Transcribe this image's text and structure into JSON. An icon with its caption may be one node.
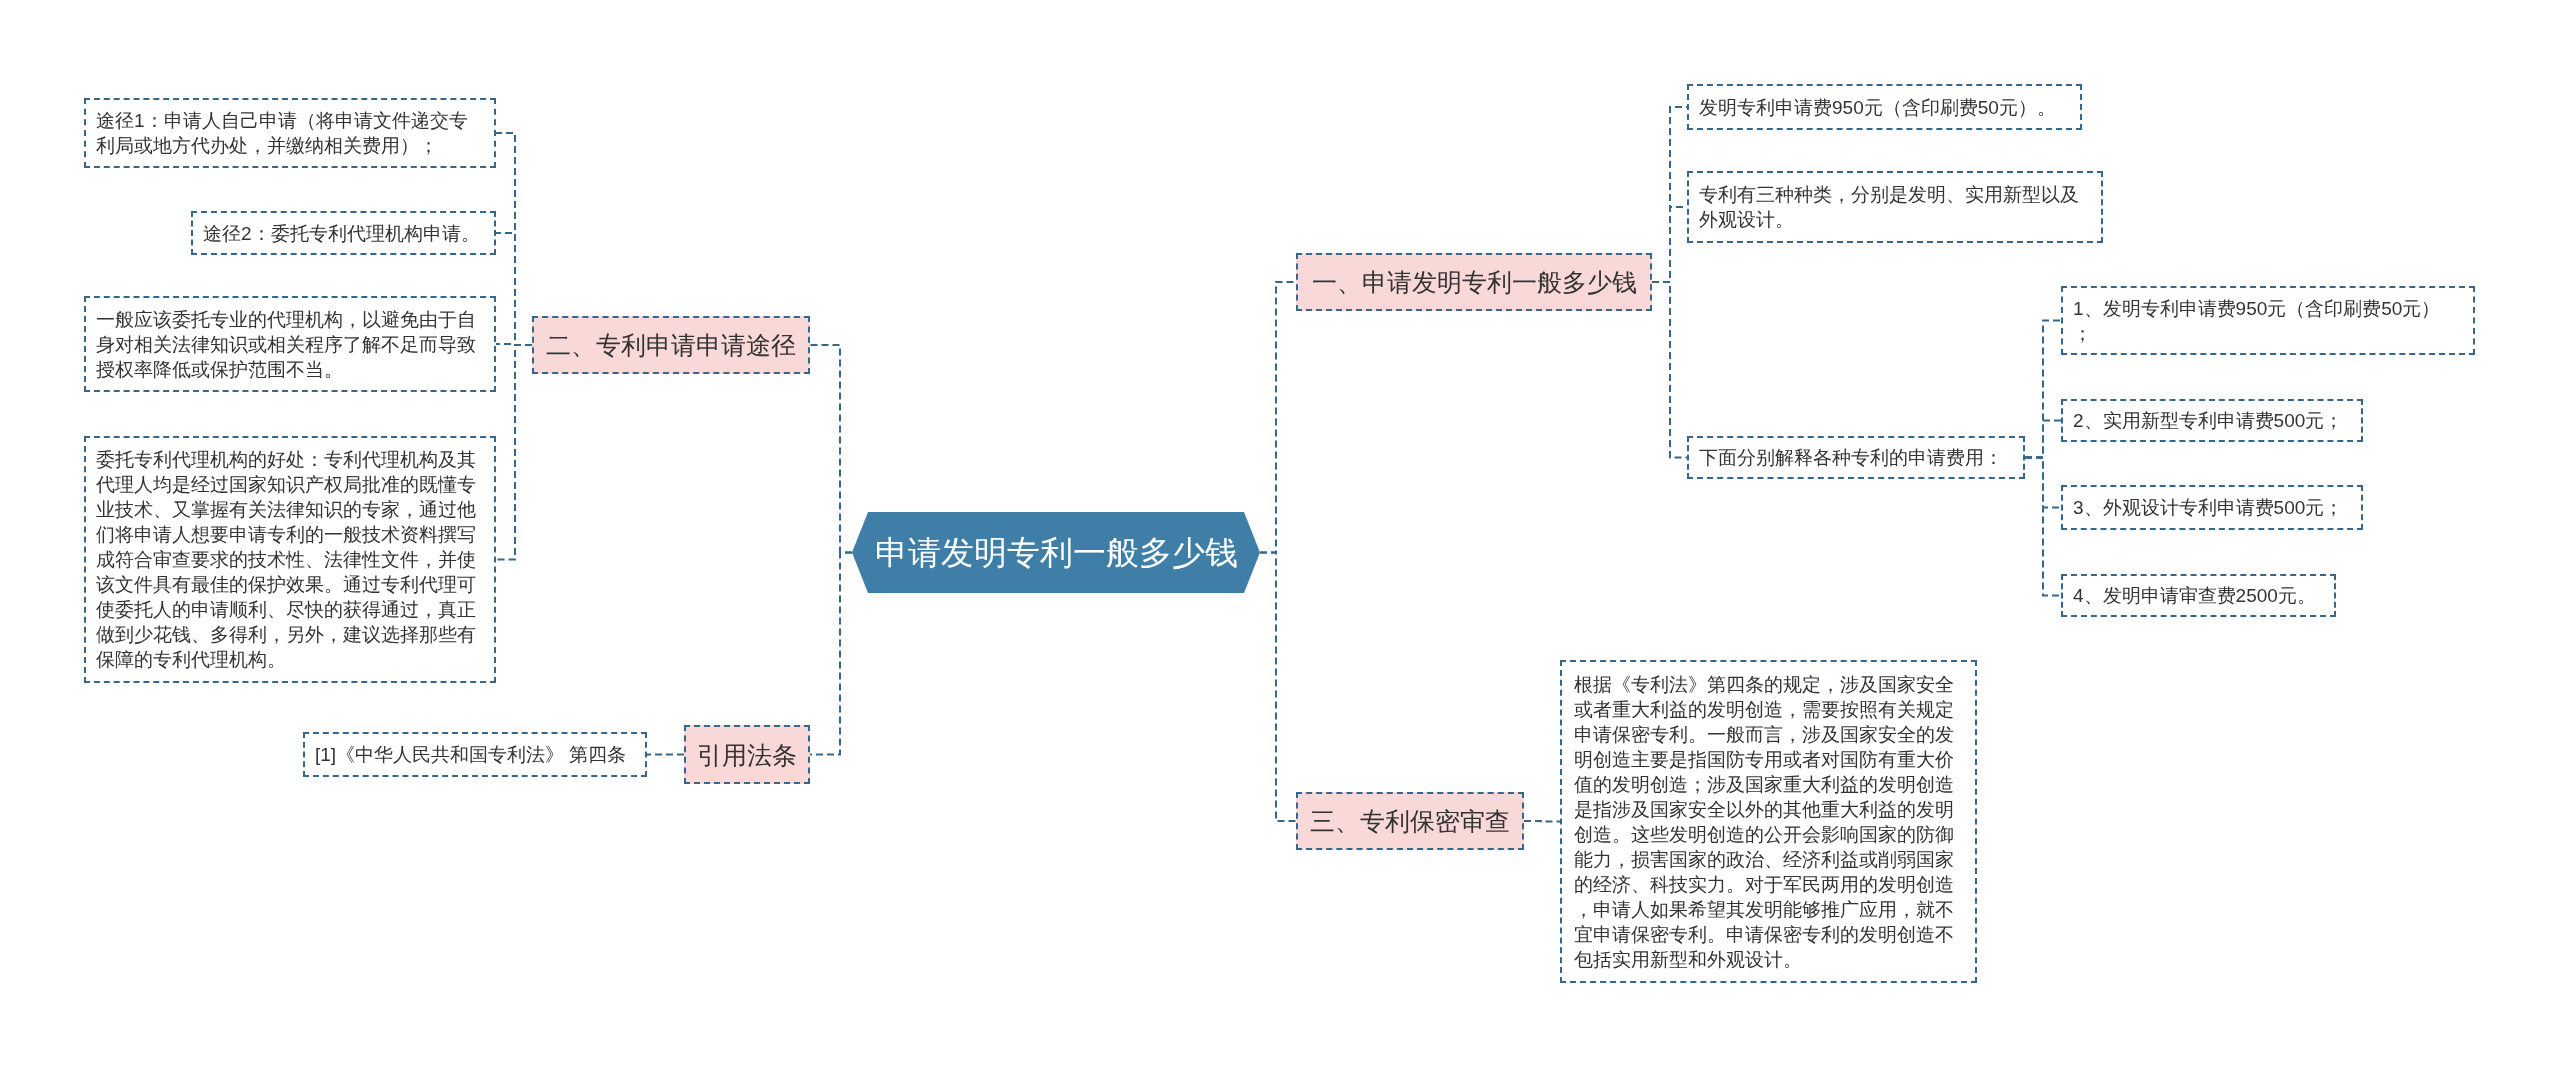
{
  "diagram": {
    "nodes": [
      {
        "text": [
          "申请发明专利一般多少钱"
        ]
      },
      {
        "text": [
          "二、专利申请申请途径"
        ]
      },
      {
        "text": [
          "途径1：申请人自己申请（将申请文件递交专利局或地方代办处，并缴纳相关费用）；"
        ]
      },
      {
        "text": [
          "途径2：委托专利代理机构申请。"
        ]
      },
      {
        "text": [
          "一般应该委托专业的代理机构，以避免由于自身对相关法律知识或相关程序了解不足而导致授权率降低或保护范围不当。"
        ]
      },
      {
        "text": [
          "委托专利代理机构的好处：专利代理机构及其代理人均是经过国家知识产权局批准的既懂专业技术、又掌握有关法律知识的专家，通过他们将申请人想要申请专利的一般技术资料撰写成符合审查要求的技术性、法律性文件，并使该文件具有最佳的保护效果。通过专利代理可使委托人的申请顺利、尽快的获得通过，真正做到少花钱、多得利，另外，建议选择那些有保障的专利代理机构。"
        ]
      },
      {
        "text": [
          "引用法条"
        ]
      },
      {
        "text": [
          "[1]《中华人民共和国专利法》 第四条"
        ]
      },
      {
        "text": [
          "一、申请发明专利一般多少钱"
        ]
      },
      {
        "text": [
          "发明专利申请费950元（含印刷费50元）。"
        ]
      },
      {
        "text": [
          "专利有三种种类，分别是发明、实用新型以及外观设计。"
        ]
      },
      {
        "text": [
          "下面分别解释各种专利的申请费用："
        ]
      },
      {
        "text": [
          "1、发明专利申请费950元（含印刷费50元）；"
        ]
      },
      {
        "text": [
          "2、实用新型专利申请费500元；"
        ]
      },
      {
        "text": [
          "3、外观设计专利申请费500元；"
        ]
      },
      {
        "text": [
          "4、发明申请审查费2500元。"
        ]
      },
      {
        "text": [
          "三、专利保密审查"
        ]
      },
      {
        "text": [
          "根据《专利法》第四条的规定，涉及国家安全或者重大利益的发明创造，需要按照有关规定申请保密专利。一般而言，涉及国家安全的发明创造主要是指国防专用或者对国防有重大价值的发明创造；涉及国家重大利益的发明创造是指涉及国家安全以外的其他重大利益的发明创造。这些发明创造的公开会影响国家的防御能力，损害国家的政治、经济利益或削弱国家的经济、科技实力。对于军民两用的发明创造，申请人如果希望其发明能够推广应用，就不宜申请保密专利。申请保密专利的发明创造不包括实用新型和外观设计。"
        ]
      }
    ],
    "edges": [
      {
        "from": 0,
        "to": 1,
        "arrow": "none",
        "style": "dashed"
      },
      {
        "from": 1,
        "to": 2,
        "arrow": "none",
        "style": "dashed"
      },
      {
        "from": 1,
        "to": 3,
        "arrow": "none",
        "style": "dashed"
      },
      {
        "from": 1,
        "to": 4,
        "arrow": "none",
        "style": "dashed"
      },
      {
        "from": 1,
        "to": 5,
        "arrow": "none",
        "style": "dashed"
      },
      {
        "from": 0,
        "to": 6,
        "arrow": "none",
        "style": "dashed"
      },
      {
        "from": 6,
        "to": 7,
        "arrow": "none",
        "style": "dashed"
      },
      {
        "from": 0,
        "to": 8,
        "arrow": "none",
        "style": "dashed"
      },
      {
        "from": 8,
        "to": 9,
        "arrow": "none",
        "style": "dashed"
      },
      {
        "from": 8,
        "to": 10,
        "arrow": "none",
        "style": "dashed"
      },
      {
        "from": 8,
        "to": 11,
        "arrow": "none",
        "style": "dashed"
      },
      {
        "from": 11,
        "to": 12,
        "arrow": "none",
        "style": "dashed"
      },
      {
        "from": 11,
        "to": 13,
        "arrow": "none",
        "style": "dashed"
      },
      {
        "from": 11,
        "to": 14,
        "arrow": "none",
        "style": "dashed"
      },
      {
        "from": 11,
        "to": 15,
        "arrow": "none",
        "style": "dashed"
      },
      {
        "from": 0,
        "to": 16,
        "arrow": "none",
        "style": "dashed"
      },
      {
        "from": 16,
        "to": 17,
        "arrow": "none",
        "style": "dashed"
      }
    ]
  }
}
